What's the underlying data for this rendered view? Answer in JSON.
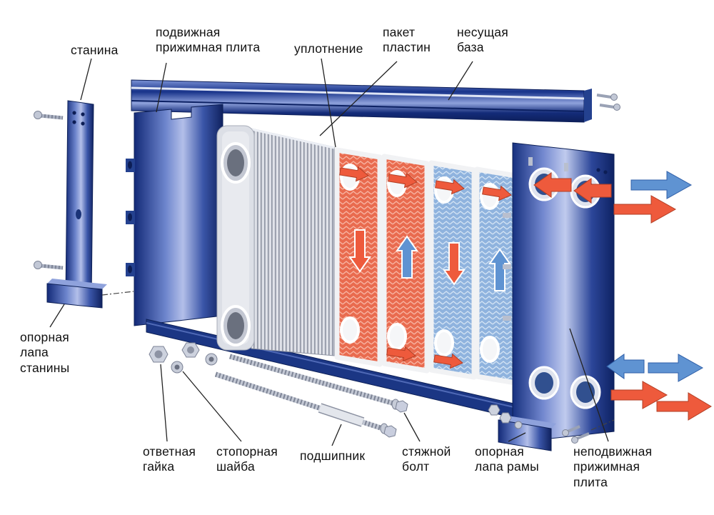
{
  "labels": {
    "stanina": "станина",
    "podvizhnaya_plita": "подвижная\nприжимная плита",
    "uplotnenie": "уплотнение",
    "paket_plastin": "пакет\nпластин",
    "nesushchaya_baza": "несущая\nбаза",
    "opornaya_lapa_staniny": "опорная\nлапа\nстанины",
    "otvetnaya_gayka": "ответная\nгайка",
    "stopornaya_shayba": "стопорная\nшайба",
    "podshipnik": "подшипник",
    "styazhnoy_bolt": "стяжной\nболт",
    "opornaya_lapa_ramy": "опорная\nлапа рамы",
    "nepodvizhnaya_plita": "неподвижная\nприжимная\nплита"
  },
  "colors": {
    "frame_blue_dark": "#10225f",
    "frame_blue_mid": "#5b74c4",
    "frame_blue_light": "#b9c4ea",
    "hot_red": "#ee5a3c",
    "hot_red_light": "#f8b5a3",
    "cold_blue": "#5f93d2",
    "cold_blue_light": "#d3e3f4",
    "plate_pack_gray": "#d3d6de",
    "gasket_white": "#f1f2f4",
    "label_text": "#111111"
  }
}
